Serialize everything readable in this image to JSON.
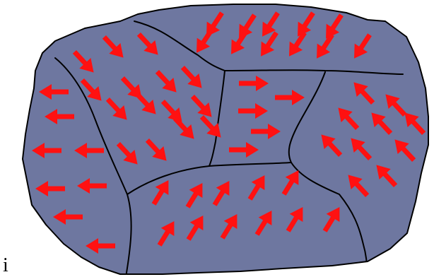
{
  "diagram": {
    "colors": {
      "domain_fill": "#6e77a0",
      "boundary": "#000000",
      "arrow": "#ff1111"
    },
    "domains": [
      {
        "name": "left-edge",
        "moment_direction": "left"
      },
      {
        "name": "upper-middle",
        "moment_direction": "down-right"
      },
      {
        "name": "top",
        "moment_direction": "down-left"
      },
      {
        "name": "center",
        "moment_direction": "right"
      },
      {
        "name": "right",
        "moment_direction": "up-left"
      },
      {
        "name": "bottom",
        "moment_direction": "up-right"
      }
    ],
    "corner_label": "i"
  }
}
